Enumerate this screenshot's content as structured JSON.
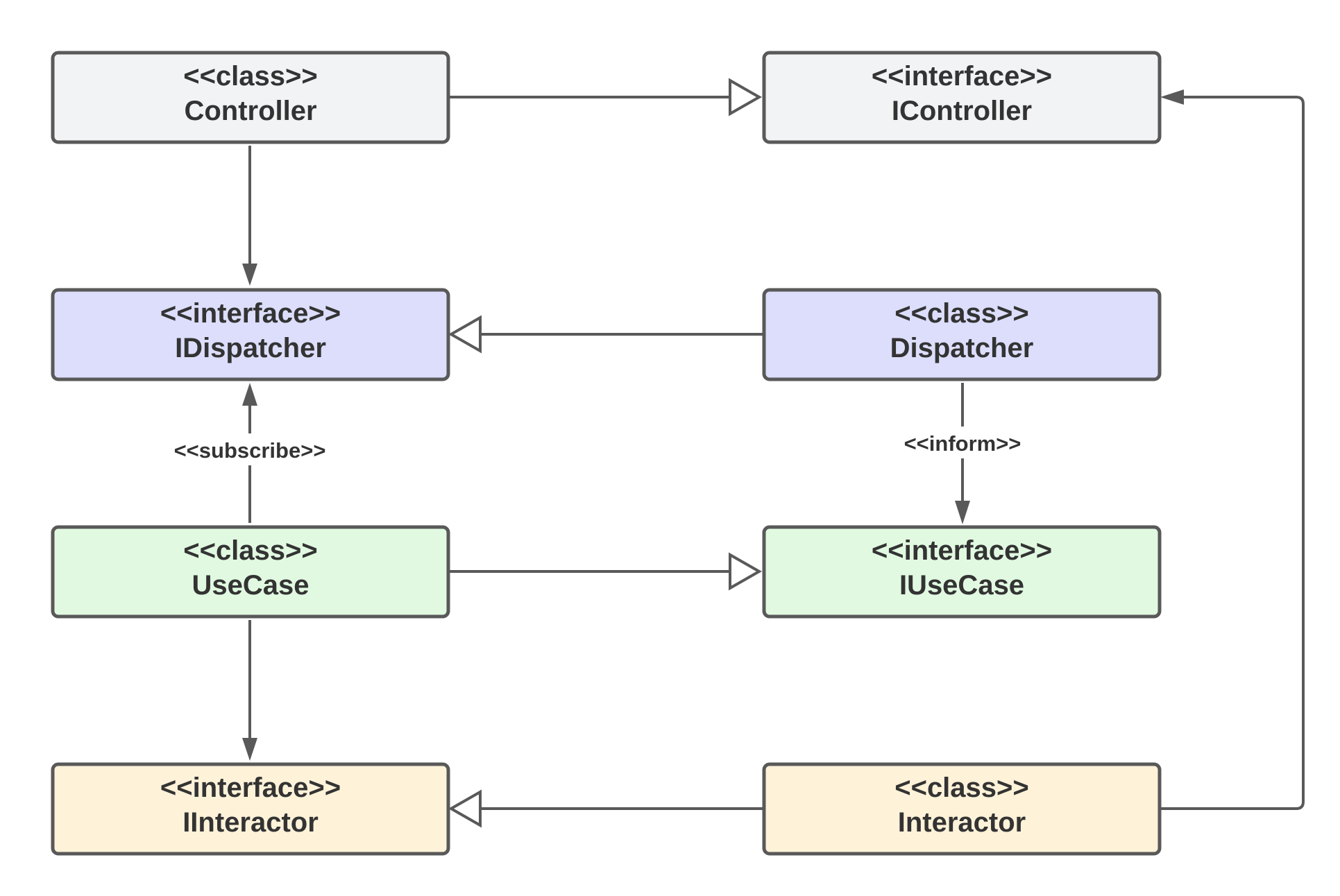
{
  "diagram": {
    "nodes": [
      {
        "id": "controller",
        "stereotype": "<<class>>",
        "name": "Controller",
        "fill": "#f2f3f5"
      },
      {
        "id": "icontroller",
        "stereotype": "<<interface>>",
        "name": "IController",
        "fill": "#f2f3f5"
      },
      {
        "id": "idispatcher",
        "stereotype": "<<interface>>",
        "name": "IDispatcher",
        "fill": "#dcdefc"
      },
      {
        "id": "dispatcher",
        "stereotype": "<<class>>",
        "name": "Dispatcher",
        "fill": "#dcdefc"
      },
      {
        "id": "usecase",
        "stereotype": "<<class>>",
        "name": "UseCase",
        "fill": "#e1f9e1"
      },
      {
        "id": "iusecase",
        "stereotype": "<<interface>>",
        "name": "IUseCase",
        "fill": "#e1f9e1"
      },
      {
        "id": "iinteractor",
        "stereotype": "<<interface>>",
        "name": "IInteractor",
        "fill": "#fef2d9"
      },
      {
        "id": "interactor",
        "stereotype": "<<class>>",
        "name": "Interactor",
        "fill": "#fef2d9"
      }
    ],
    "edges": [
      {
        "id": "controller-icontroller",
        "from": "controller",
        "to": "icontroller",
        "kind": "realization",
        "label": ""
      },
      {
        "id": "controller-idispatcher",
        "from": "controller",
        "to": "idispatcher",
        "kind": "association",
        "label": ""
      },
      {
        "id": "dispatcher-idispatcher",
        "from": "dispatcher",
        "to": "idispatcher",
        "kind": "realization",
        "label": ""
      },
      {
        "id": "usecase-idispatcher",
        "from": "usecase",
        "to": "idispatcher",
        "kind": "association",
        "label": "<<subscribe>>"
      },
      {
        "id": "dispatcher-iusecase",
        "from": "dispatcher",
        "to": "iusecase",
        "kind": "association",
        "label": "<<inform>>"
      },
      {
        "id": "usecase-iusecase",
        "from": "usecase",
        "to": "iusecase",
        "kind": "realization",
        "label": ""
      },
      {
        "id": "usecase-iinteractor",
        "from": "usecase",
        "to": "iinteractor",
        "kind": "association",
        "label": ""
      },
      {
        "id": "interactor-iinteractor",
        "from": "interactor",
        "to": "iinteractor",
        "kind": "realization",
        "label": ""
      },
      {
        "id": "interactor-icontroller",
        "from": "interactor",
        "to": "icontroller",
        "kind": "association",
        "label": ""
      }
    ]
  }
}
